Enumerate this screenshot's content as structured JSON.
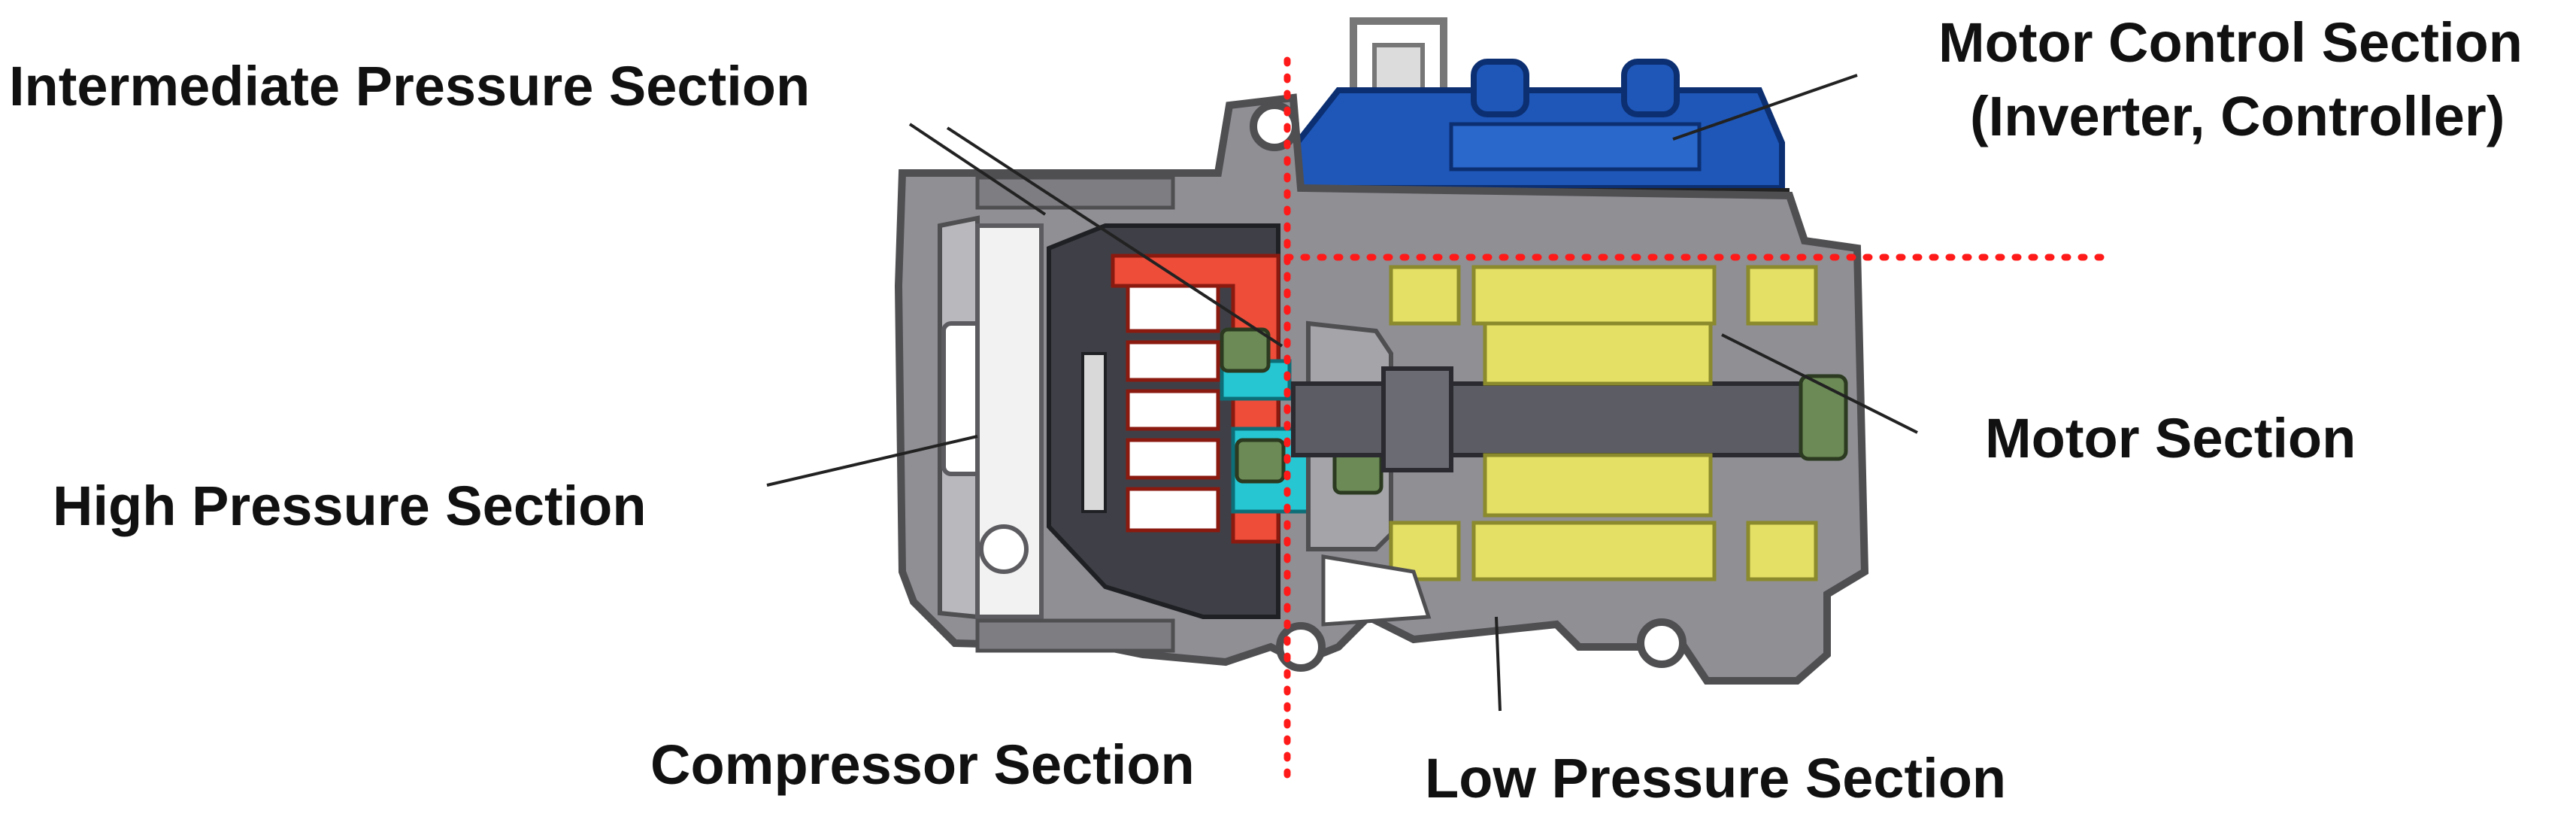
{
  "labels": {
    "intermediate_pressure": "Intermediate Pressure Section",
    "high_pressure": "High Pressure Section",
    "compressor": "Compressor Section",
    "low_pressure": "Low Pressure Section",
    "motor_control_line1": "Motor Control Section",
    "motor_control_line2": "(Inverter, Controller)",
    "motor": "Motor Section"
  },
  "colors": {
    "housing": "#8f8f94",
    "housing_dark": "#5c5c60",
    "inner_dark": "#3f4047",
    "compressor_red": "#ee4d3a",
    "motor_yellow": "#e4e066",
    "inverter_blue": "#1e57b8",
    "cyan": "#26c6d3",
    "divider_red": "#ff1a1a"
  }
}
